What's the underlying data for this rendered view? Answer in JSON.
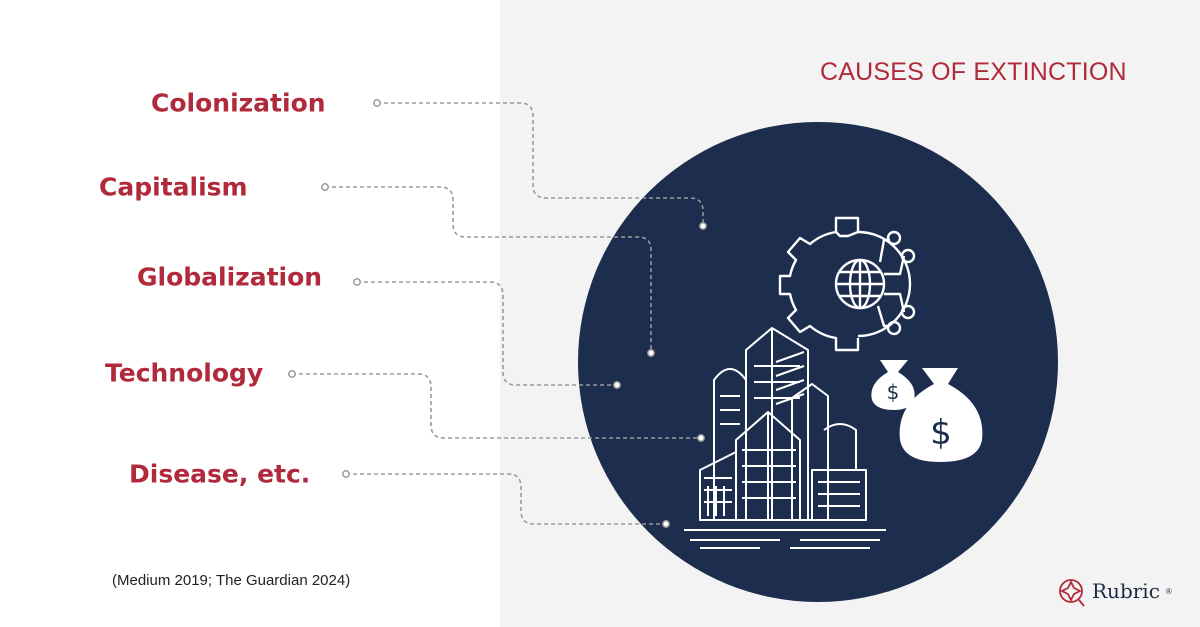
{
  "title": "CAUSES OF EXTINCTION",
  "causes": [
    {
      "label": "Colonization"
    },
    {
      "label": "Capitalism"
    },
    {
      "label": "Globalization"
    },
    {
      "label": "Technology"
    },
    {
      "label": "Disease, etc."
    }
  ],
  "citation": "(Medium 2019; The Guardian 2024)",
  "brand": {
    "name": "Rubric",
    "mark": "®"
  },
  "icons": [
    "gear-globe-circuit-icon",
    "city-buildings-icon",
    "money-bag-icon"
  ],
  "colors": {
    "accent": "#b02a3b",
    "navy": "#1c2d4e",
    "connector": "#9a9a9a",
    "panel": "#f3f3f3"
  }
}
